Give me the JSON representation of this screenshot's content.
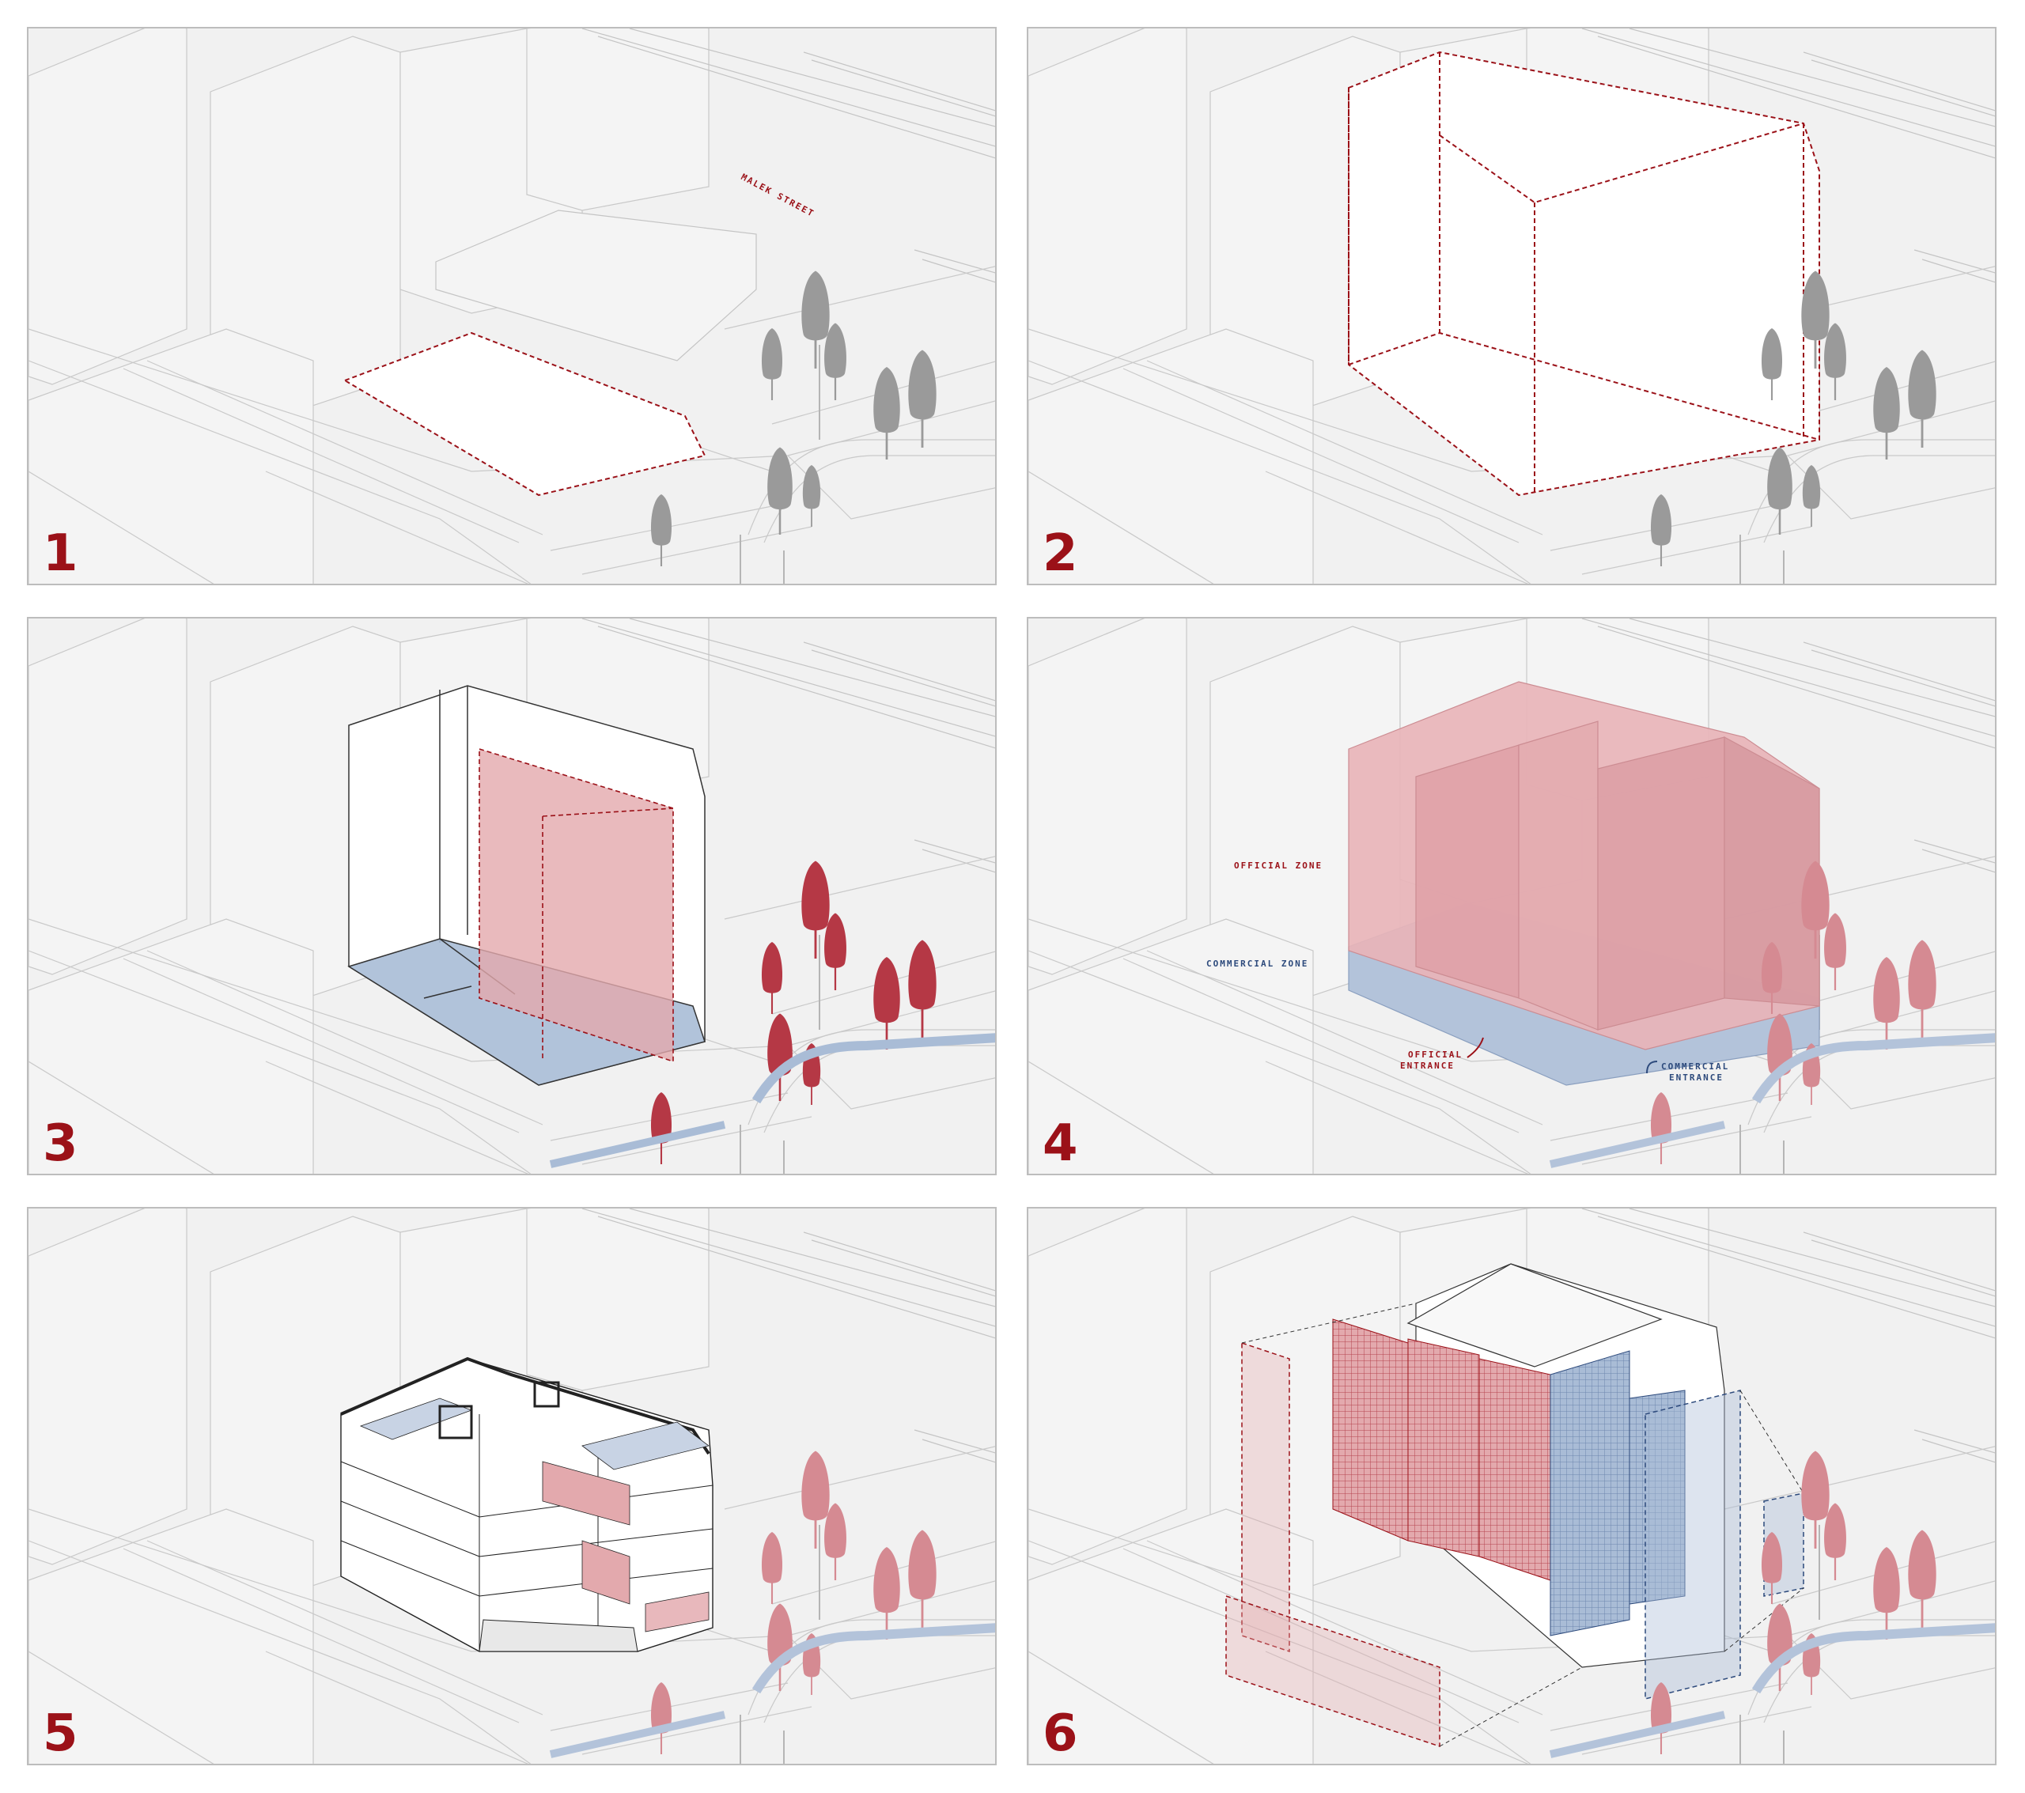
{
  "colors": {
    "accent": "#9b1118",
    "blue_text": "#2d4a7c",
    "context_line": "#c9c9c9",
    "pink_fill": "#e3a9ad",
    "blue_fill": "#a9bcd6",
    "tree_gray": "#9a9a9a",
    "tree_red": "#c14a55"
  },
  "panels": [
    {
      "number": "1",
      "street_label": "MALEK STREET"
    },
    {
      "number": "2"
    },
    {
      "number": "3"
    },
    {
      "number": "4",
      "labels": {
        "official_zone": "OFFICIAL ZONE",
        "commercial_zone": "COMMERCIAL ZONE",
        "official_entrance_1": "OFFICIAL",
        "official_entrance_2": "ENTRANCE",
        "commercial_entrance_1": "COMMERCIAL",
        "commercial_entrance_2": "ENTRANCE"
      }
    },
    {
      "number": "5"
    },
    {
      "number": "6"
    }
  ]
}
